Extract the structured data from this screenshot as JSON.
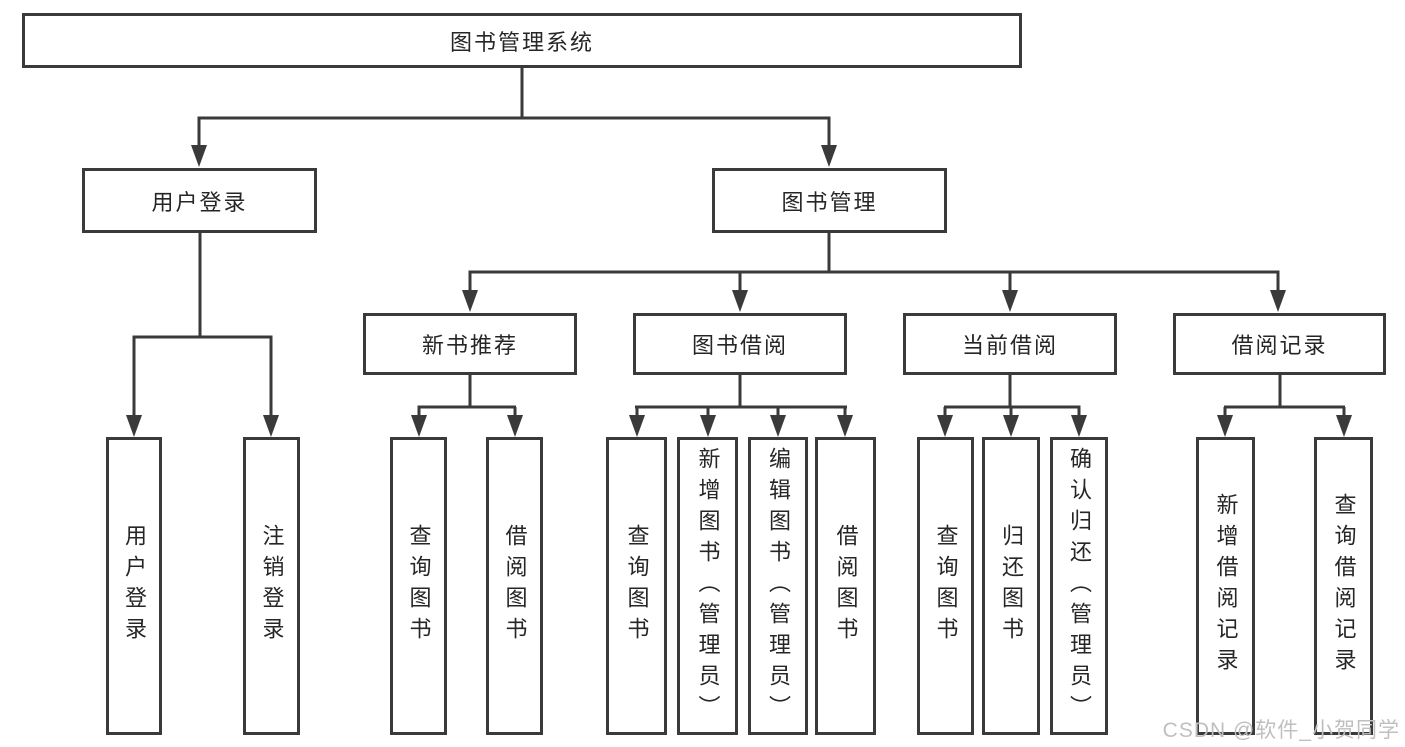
{
  "diagram_title": "图书管理系统",
  "nodes": {
    "root": "图书管理系统",
    "level2": [
      "用户登录",
      "图书管理"
    ],
    "level3": [
      "新书推荐",
      "图书借阅",
      "当前借阅",
      "借阅记录"
    ],
    "leaves": [
      "用户登录",
      "注销登录",
      "查询图书",
      "借阅图书",
      "查询图书",
      "新增图书（管理员）",
      "编辑图书（管理员）",
      "借阅图书",
      "查询图书",
      "归还图书",
      "确认归还（管理员）",
      "新增借阅记录",
      "查询借阅记录"
    ]
  },
  "hierarchy": {
    "图书管理系统": {
      "用户登录": [
        "用户登录",
        "注销登录"
      ],
      "图书管理": {
        "新书推荐": [
          "查询图书",
          "借阅图书"
        ],
        "图书借阅": [
          "查询图书",
          "新增图书（管理员）",
          "编辑图书（管理员）",
          "借阅图书"
        ],
        "当前借阅": [
          "查询图书",
          "归还图书",
          "确认归还（管理员）"
        ],
        "借阅记录": [
          "新增借阅记录",
          "查询借阅记录"
        ]
      }
    }
  },
  "watermark": {
    "text": "CSDN @软件_小贺同学",
    "color": "#bfbfbf"
  },
  "colors": {
    "line": "#3a3a3a",
    "box_border": "#3a3a3a",
    "text": "#262626",
    "background": "#ffffff"
  }
}
